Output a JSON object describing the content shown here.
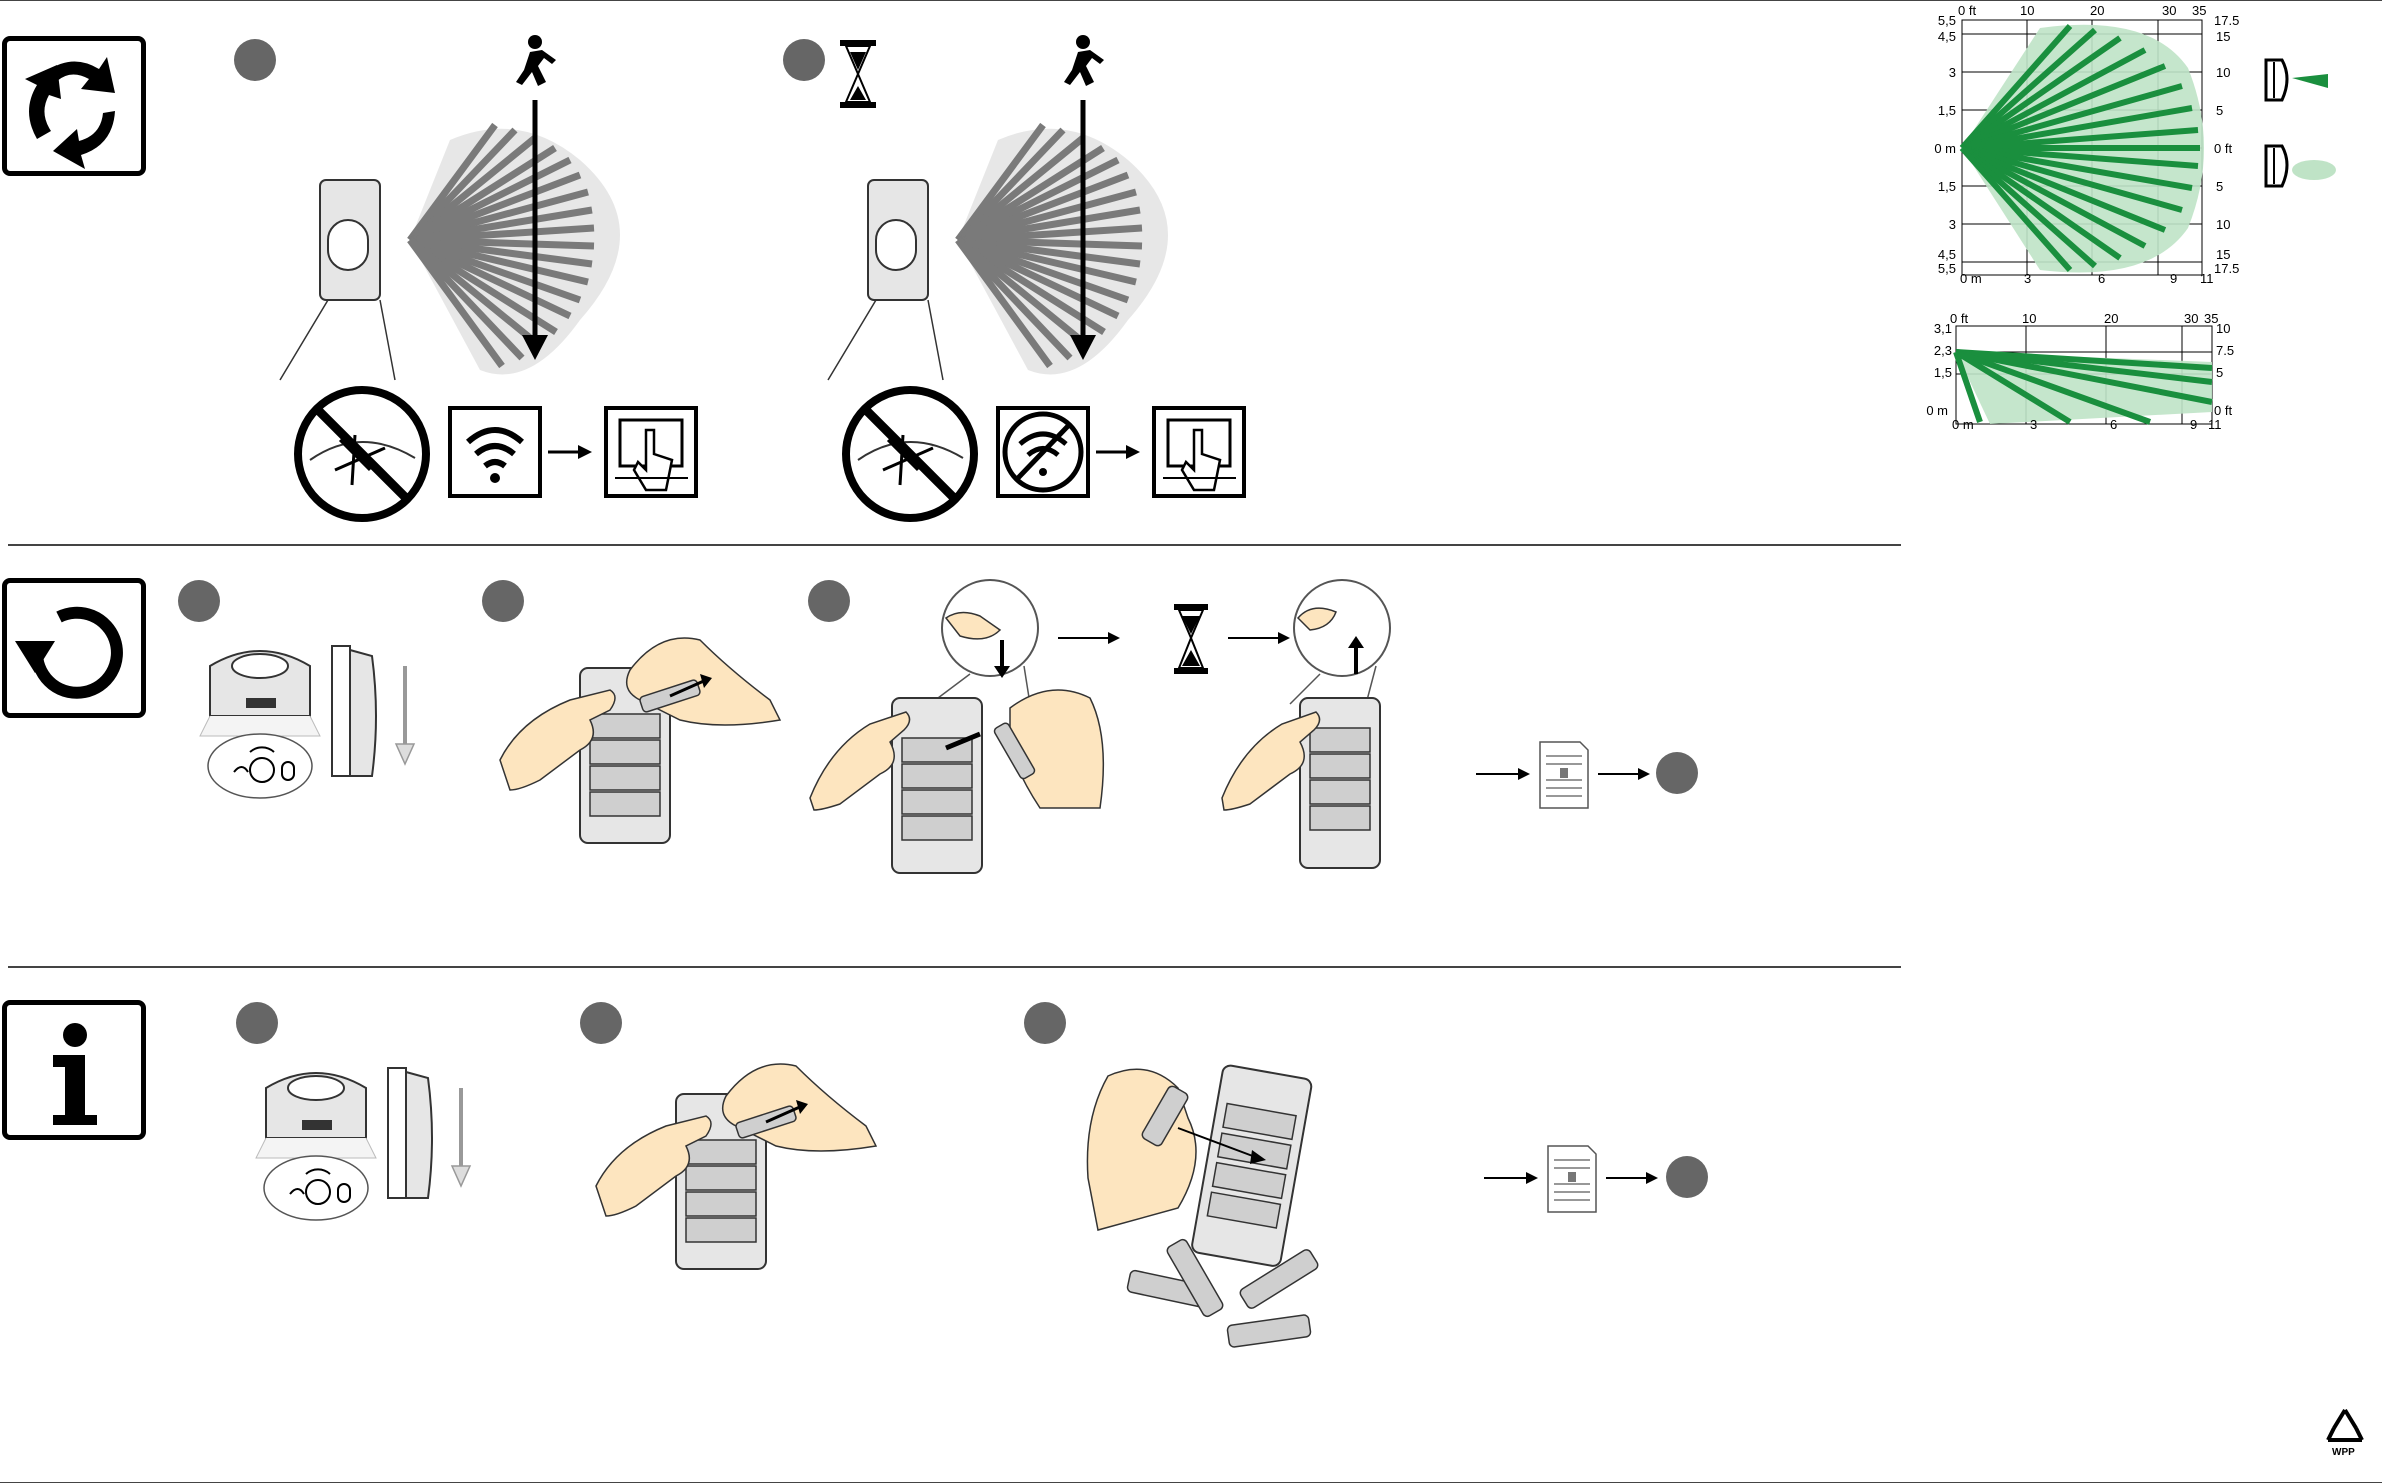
{
  "sections": {
    "install": {
      "icon": "cycle-arrows-icon"
    },
    "reset": {
      "icon": "undo-arrow-icon"
    },
    "info": {
      "icon": "info-i-icon"
    }
  },
  "colors": {
    "beam_green": "#1a8f3e",
    "beam_light": "#bfe3c6",
    "beam_grey": "#7a7a7a",
    "dot": "#666666"
  },
  "chart_top": {
    "x_top_labels": [
      "0 ft",
      "10",
      "20",
      "30",
      "35"
    ],
    "x_bottom_labels": [
      "0 m",
      "3",
      "6",
      "9",
      "11"
    ],
    "y_left_labels": [
      "5,5",
      "4,5",
      "3",
      "1,5",
      "0 m",
      "1,5",
      "3",
      "4,5",
      "5,5"
    ],
    "y_right_labels": [
      "17.5",
      "15",
      "10",
      "5",
      "0 ft",
      "5",
      "10",
      "15",
      "17.5"
    ]
  },
  "chart_side": {
    "x_top_labels": [
      "0 ft",
      "10",
      "20",
      "30",
      "35"
    ],
    "x_bottom_labels": [
      "0 m",
      "3",
      "6",
      "9",
      "11"
    ],
    "y_left_labels": [
      "3,1",
      "2,3",
      "1,5",
      "0 m"
    ],
    "y_right_labels": [
      "10",
      "7.5",
      "5",
      "0 ft"
    ]
  },
  "recycle_mark": "WPP"
}
